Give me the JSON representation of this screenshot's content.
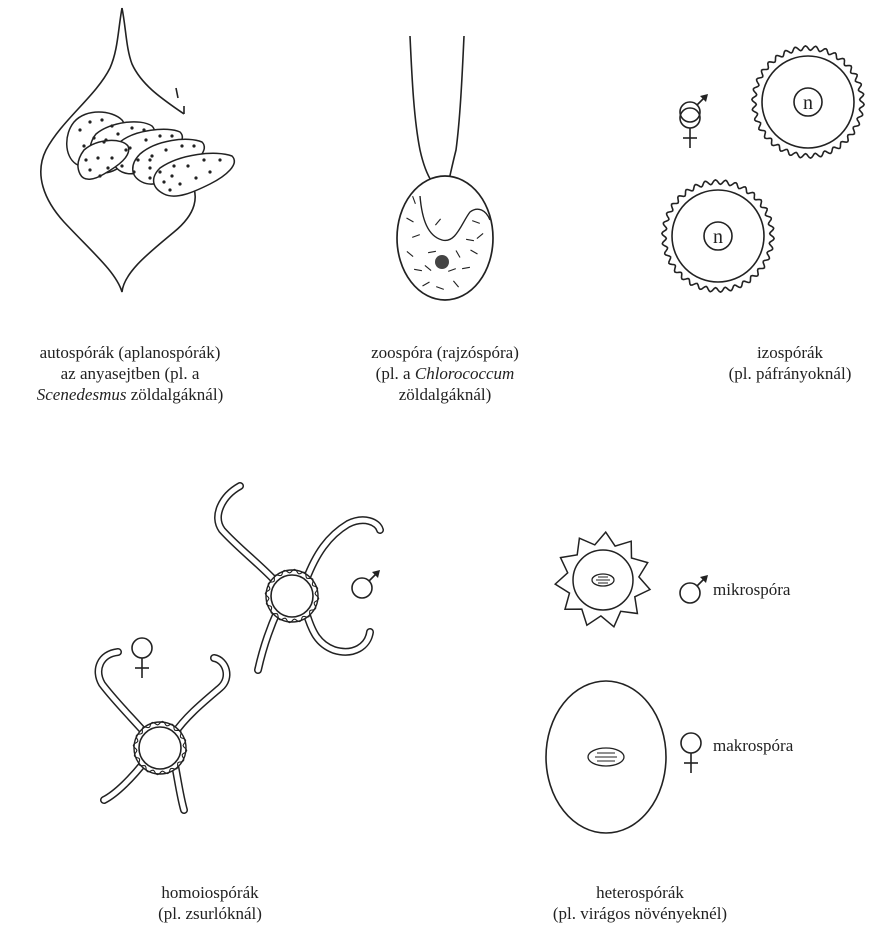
{
  "panels": {
    "autospores": {
      "line1": "autospórák (aplanospórák)",
      "line2": "az anyasejtben (pl. a",
      "line3_italic": "Scenedesmus",
      "line3_rest": " zöldalgáknál)"
    },
    "zoospore": {
      "line1": "zoospóra (rajzóspóra)",
      "line2_prefix": "(pl. a ",
      "line2_italic": "Chlorococcum",
      "line3": "zöldalgáknál)"
    },
    "isospores": {
      "line1": "izospórák",
      "line2": "(pl. páfrányoknál)",
      "nucleus_label": "n"
    },
    "homoiospores": {
      "line1": "homoiospórák",
      "line2": "(pl. zsurlóknál)"
    },
    "heterospores": {
      "line1": "heterospórák",
      "line2": "(pl. virágos növényeknél)",
      "micro_label": "mikrospóra",
      "macro_label": "makrospóra"
    }
  },
  "colors": {
    "stroke": "#222222",
    "background": "#ffffff"
  }
}
